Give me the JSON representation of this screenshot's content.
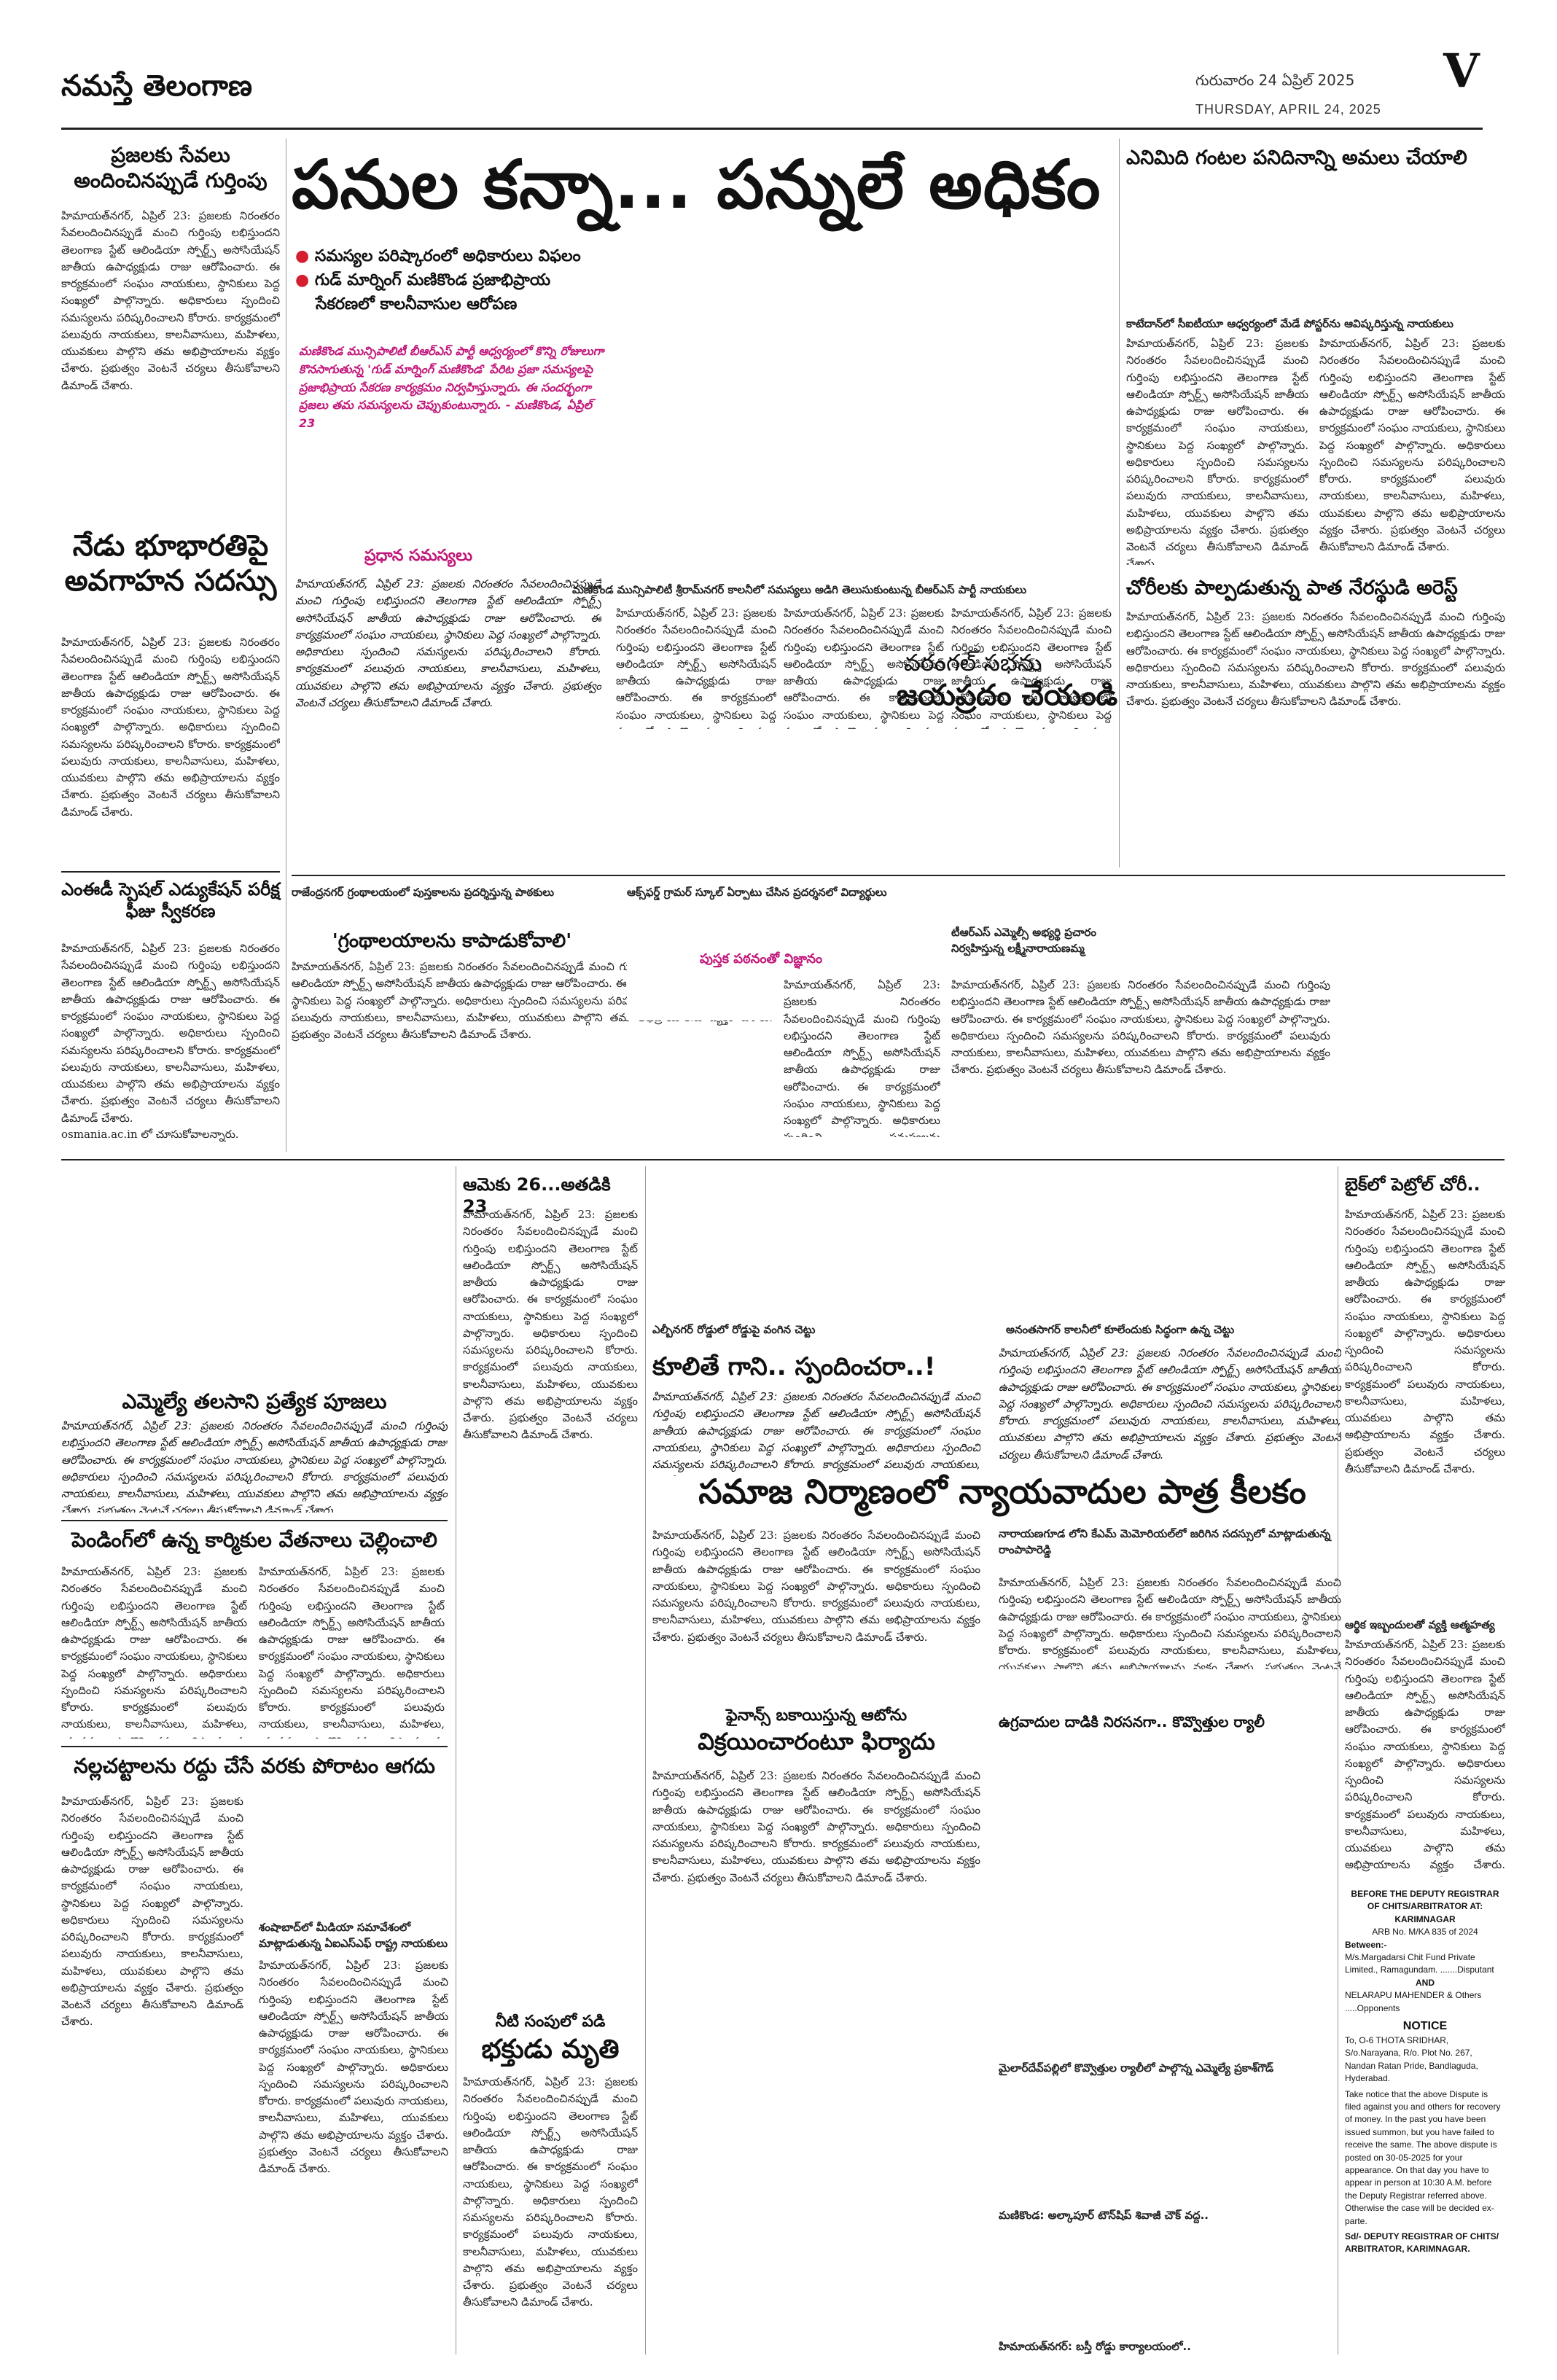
{
  "masthead": "నమస్తే తెలంగాణ",
  "date_te": "గురువారం 24 ఏప్రిల్ 2025",
  "date_en": "THURSDAY, APRIL 24, 2025",
  "page_letter": "V",
  "lead": {
    "headline": "పనుల కన్నా... పన్నులే అధికం",
    "bullets": [
      "సమస్యల పరిష్కారంలో అధికారులు విఫలం",
      "గుడ్ మార్నింగ్ మణికొండ ప్రజాభిప్రాయ",
      "సేకరణలో కాలనీవాసుల ఆరోపణ"
    ],
    "pink_text": "మణికొండ మున్సిపాలిటీ బీఆర్ఎస్ పార్టీ ఆధ్వర్యంలో కొన్ని రోజులుగా కొనసాగుతున్న 'గుడ్ మార్నింగ్ మణికొండ' పేరిట ప్రజా సమస్యలపై ప్రజాభిప్రాయ సేకరణ కార్యక్రమం నిర్వహిస్తున్నారు. ఈ సందర్భంగా ప్రజలు తమ సమస్యలను చెప్పుకుంటున్నారు. - మణికొండ, ఏప్రిల్ 23",
    "sub_head": "ప్రధాన సమస్యలు",
    "caption": "మణికొండ మున్సిపాలిటీ శ్రీరామ్‌నగర్ కాలనీలో సమస్యలు అడిగి తెలుసుకుంటున్న బీఆర్ఎస్ పార్టీ నాయకులు"
  },
  "left_col": {
    "s1_head": "ప్రజలకు సేవలు అందించినప్పుడే గుర్తింపు",
    "s2_head": "నేడు భూభారతిపై అవగాహన సదస్సు",
    "s3_head": "ఎంఈడీ స్పెషల్ ఎడ్యుకేషన్ పరీక్ష ఫీజు స్వీకరణ",
    "s3_tail": "osmania.ac.in లో చూసుకోవాలన్నారు."
  },
  "right_col": {
    "s1_head": "ఎనిమిది గంటల పనిదినాన్ని అమలు చేయాలి",
    "s1_kicker": "కాటేదాన్‌లో సీఐటీయూ ఆధ్వర్యంలో మేడే పోస్టర్‌ను ఆవిష్కరిస్తున్న నాయకులు",
    "s2_head": "చోరీలకు పాల్పడుతున్న పాత నేరస్థుడి అరెస్ట్"
  },
  "warangal": {
    "line1": "వరంగల్ సభను",
    "line2": "జయప్రదం చేయండి"
  },
  "library": {
    "kicker": "రాజేంద్రనగర్ గ్రంథాలయంలో పుస్తకాలను ప్రదర్శిస్తున్న పాఠకులు",
    "head": "'గ్రంథాలయాలను కాపాడుకోవాలి'",
    "kicker2": "ఆక్స్‌ఫర్డ్ గ్రామర్ స్కూల్ ఏర్పాటు చేసిన ప్రదర్శనలో విద్యార్థులు",
    "sub2": "పుస్తక పఠనంతో విజ్ఞానం",
    "kicker3": "టీఆర్ఎస్ ఎమ్మెల్సీ అభ్యర్థి ప్రచారం నిర్వహిస్తున్న లక్ష్మీనారాయణమ్మ"
  },
  "mid": {
    "aame_head": "ఆమెకు 26...అతడికి 23",
    "mla_head": "ఎమ్మెల్యే తలసాని ప్రత్యేక పూజలు",
    "pending_head": "పెండింగ్‌లో ఉన్న కార్మికుల వేతనాలు చెల్లించాలి",
    "nalla_head": "నల్లచట్టాలను రద్దు చేసే వరకు పోరాటం ఆగదు",
    "nalla_kicker": "శంషాబాద్‌లో మీడియా సమావేశంలో మాట్లాడుతున్న ఏఐఎస్ఎఫ్ రాష్ట్ర నాయకులు",
    "kool_head": "కూలితే గాని.. స్పందించరా..!",
    "kool_kicker": "ఎల్బీనగర్ రోడ్డులో రోడ్డుపై వంగిన చెట్టు",
    "tree_kicker": "అనంతసాగర్ కాలనీలో కూలేందుకు సిద్ధంగా ఉన్న చెట్టు",
    "lawyers_head": "సమాజ నిర్మాణంలో న్యాయవాదుల పాత్ర కీలకం",
    "lawyers_kicker": "నారాయణగూడ లోని కేఎమ్ మెమోరియల్‌లో జరిగిన సదస్సులో మాట్లాడుతున్న రాంపాపారెడ్డి",
    "devotee_kicker": "నీటి సంపులో పడి",
    "devotee_head": "భక్తుడు మృతి",
    "finance_kicker": "ఫైనాన్స్ బకాయిస్తున్న ఆటోను",
    "finance_head": "విక్రయించారంటూ ఫిర్యాదు",
    "protest_caption": "ఉగ్రవాదుల దాడికి నిరసనగా.. కొవ్వొత్తుల ర్యాలీ",
    "mailardevpally_caption": "మైలార్‌దేవ్‌పల్లిలో కొవ్వొత్తుల ర్యాలీలో పాల్గొన్న ఎమ్మెల్యే ప్రకాశ్‌గౌడ్",
    "manikonda_caption": "మణికొండ: అల్కాపూర్ టౌన్‌షిప్ శివాజీ చౌక్ వద్ద..",
    "himayat_caption": "హిమాయత్‌నగర్: బస్తీ రోడ్డు కార్యాలయంలో.."
  },
  "bike": {
    "head": "బైక్‌లో పెట్రోల్ చోరీ..",
    "sub": "ఆర్థిక ఇబ్బందులతో వ్యక్తి ఆత్మహత్య"
  },
  "notice": {
    "court": "BEFORE THE DEPUTY REGISTRAR OF CHITS/ARBITRATOR AT: KARIMNAGAR",
    "arb": "ARB No. M/KA 835 of 2024",
    "between": "Between:-",
    "petitioner": "M/s.Margadarsi Chit Fund Private Limited., Ramagundam. .......Disputant",
    "and": "AND",
    "respondent": "NELARAPU MAHENDER & Others .....Opponents",
    "notice_title": "NOTICE",
    "to": "To, O-6 THOTA SRIDHAR, S/o.Narayana, R/o. Plot No. 267, Nandan Ratan Pride, Bandlaguda, Hyderabad.",
    "body": "Take notice that the above Dispute is filed against you and others for recovery of money. In the past you have been issued summon, but you have failed to receive the same. The above dispute is posted on 30-05-2025 for your appearance. On that day you have to appear in person at 10:30 A.M. before the Deputy Registrar referred above. Otherwise the case will be decided ex-parte.",
    "sign": "Sd/- DEPUTY REGISTRAR OF CHITS/ ARBITRATOR, KARIMNAGAR."
  },
  "body_text": "హిమాయత్‌నగర్, ఏప్రిల్ 23: ప్రజలకు నిరంతరం సేవలందించినప్పుడే మంచి గుర్తింపు లభిస్తుందని తెలంగాణ స్టేట్ ఆలిండియా స్పోర్ట్స్ అసోసియేషన్ జాతీయ ఉపాధ్యక్షుడు రాజు ఆరోపించారు. ఈ కార్యక్రమంలో సంఘం నాయకులు, స్థానికులు పెద్ద సంఖ్యలో పాల్గొన్నారు. అధికారులు స్పందించి సమస్యలను పరిష్కరించాలని కోరారు. కార్యక్రమంలో పలువురు నాయకులు, కాలనీవాసులు, మహిళలు, యువకులు పాల్గొని తమ అభిప్రాయాలను వ్యక్తం చేశారు. ప్రభుత్వం వెంటనే చర్యలు తీసుకోవాలని డిమాండ్ చేశారు."
}
